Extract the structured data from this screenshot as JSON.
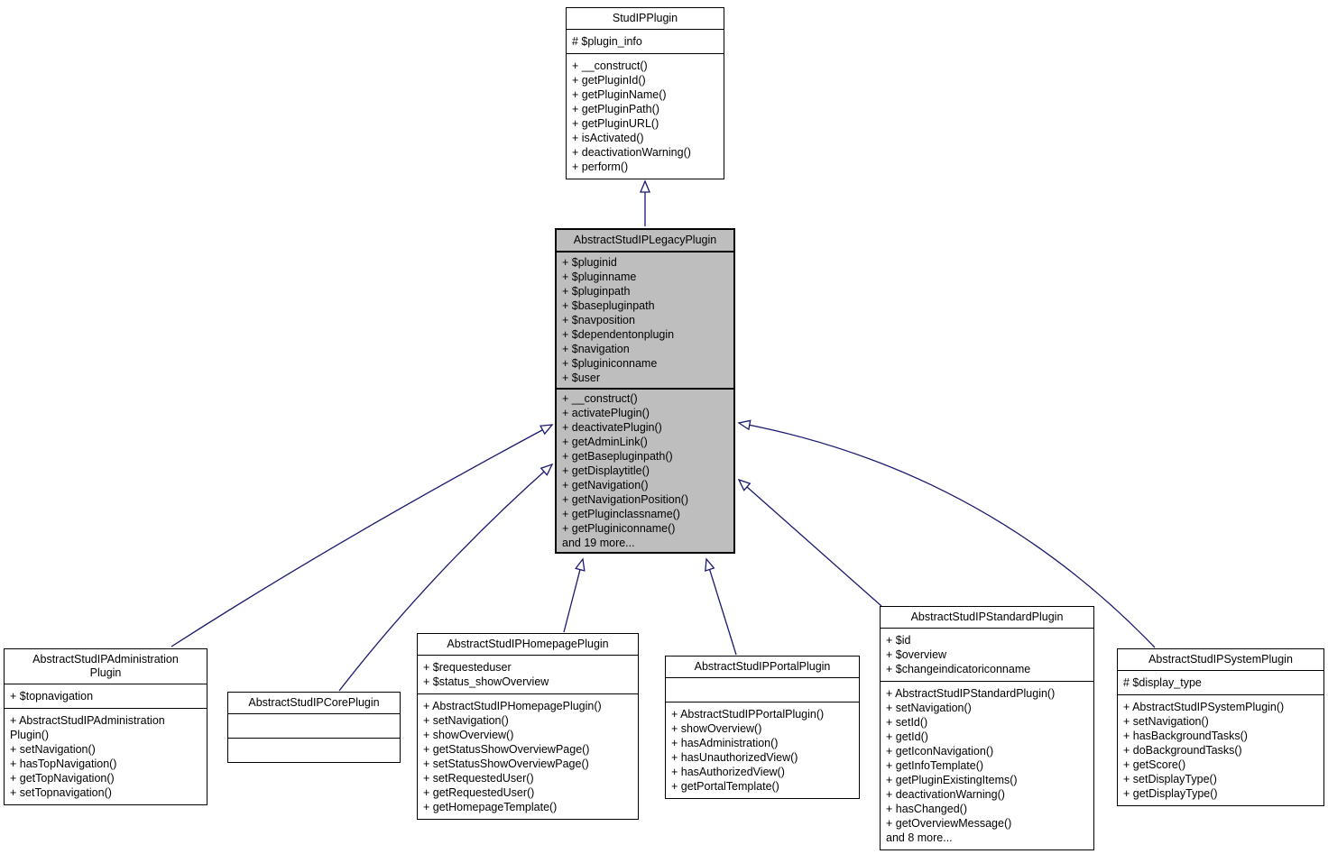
{
  "diagram_type": "uml-class-inheritance",
  "colors": {
    "edge": "#191970",
    "border": "#000000",
    "highlight_fill": "#bebebe",
    "background": "#ffffff"
  },
  "classes": {
    "studip": {
      "title": "StudIPPlugin",
      "attributes": [
        "# $plugin_info"
      ],
      "methods": [
        "+ __construct()",
        "+ getPluginId()",
        "+ getPluginName()",
        "+ getPluginPath()",
        "+ getPluginURL()",
        "+ isActivated()",
        "+ deactivationWarning()",
        "+ perform()"
      ]
    },
    "legacy": {
      "title": "AbstractStudIPLegacyPlugin",
      "attributes": [
        "+ $pluginid",
        "+ $pluginname",
        "+ $pluginpath",
        "+ $basepluginpath",
        "+ $navposition",
        "+ $dependentonplugin",
        "+ $navigation",
        "+ $pluginiconname",
        "+ $user"
      ],
      "methods": [
        "+ __construct()",
        "+ activatePlugin()",
        "+ deactivatePlugin()",
        "+ getAdminLink()",
        "+ getBasepluginpath()",
        "+ getDisplaytitle()",
        "+ getNavigation()",
        "+ getNavigationPosition()",
        "+ getPluginclassname()",
        "+ getPluginiconname()",
        "and 19 more..."
      ]
    },
    "admin": {
      "title": "AbstractStudIPAdministration\nPlugin",
      "attributes": [
        "+ $topnavigation"
      ],
      "methods": [
        "+ AbstractStudIPAdministration\nPlugin()",
        "+ setNavigation()",
        "+ hasTopNavigation()",
        "+ getTopNavigation()",
        "+ setTopnavigation()"
      ]
    },
    "core": {
      "title": "AbstractStudIPCorePlugin",
      "attributes": [],
      "methods": []
    },
    "homepage": {
      "title": "AbstractStudIPHomepagePlugin",
      "attributes": [
        "+ $requesteduser",
        "+ $status_showOverview"
      ],
      "methods": [
        "+ AbstractStudIPHomepagePlugin()",
        "+ setNavigation()",
        "+ showOverview()",
        "+ getStatusShowOverviewPage()",
        "+ setStatusShowOverviewPage()",
        "+ setRequestedUser()",
        "+ getRequestedUser()",
        "+ getHomepageTemplate()"
      ]
    },
    "portal": {
      "title": "AbstractStudIPPortalPlugin",
      "attributes": [],
      "methods": [
        "+ AbstractStudIPPortalPlugin()",
        "+ showOverview()",
        "+ hasAdministration()",
        "+ hasUnauthorizedView()",
        "+ hasAuthorizedView()",
        "+ getPortalTemplate()"
      ]
    },
    "standard": {
      "title": "AbstractStudIPStandardPlugin",
      "attributes": [
        "+ $id",
        "+ $overview",
        "+ $changeindicatoriconname"
      ],
      "methods": [
        "+ AbstractStudIPStandardPlugin()",
        "+ setNavigation()",
        "+ setId()",
        "+ getId()",
        "+ getIconNavigation()",
        "+ getInfoTemplate()",
        "+ getPluginExistingItems()",
        "+ deactivationWarning()",
        "+ hasChanged()",
        "+ getOverviewMessage()",
        "and 8 more..."
      ]
    },
    "system": {
      "title": "AbstractStudIPSystemPlugin",
      "attributes": [
        "# $display_type"
      ],
      "methods": [
        "+ AbstractStudIPSystemPlugin()",
        "+ setNavigation()",
        "+ hasBackgroundTasks()",
        "+ doBackgroundTasks()",
        "+ getScore()",
        "+ setDisplayType()",
        "+ getDisplayType()"
      ]
    }
  },
  "relations": [
    {
      "from": "AbstractStudIPLegacyPlugin",
      "to": "StudIPPlugin",
      "type": "inheritance"
    },
    {
      "from": "AbstractStudIPAdministrationPlugin",
      "to": "AbstractStudIPLegacyPlugin",
      "type": "inheritance"
    },
    {
      "from": "AbstractStudIPCorePlugin",
      "to": "AbstractStudIPLegacyPlugin",
      "type": "inheritance"
    },
    {
      "from": "AbstractStudIPHomepagePlugin",
      "to": "AbstractStudIPLegacyPlugin",
      "type": "inheritance"
    },
    {
      "from": "AbstractStudIPPortalPlugin",
      "to": "AbstractStudIPLegacyPlugin",
      "type": "inheritance"
    },
    {
      "from": "AbstractStudIPStandardPlugin",
      "to": "AbstractStudIPLegacyPlugin",
      "type": "inheritance"
    },
    {
      "from": "AbstractStudIPSystemPlugin",
      "to": "AbstractStudIPLegacyPlugin",
      "type": "inheritance"
    }
  ]
}
